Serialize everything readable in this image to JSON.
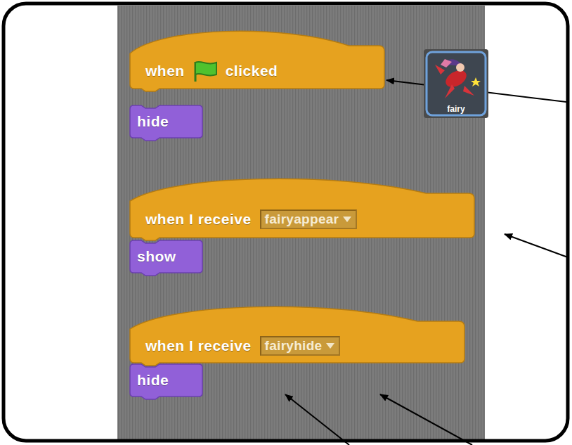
{
  "diagram": {
    "nodes": [
      {
        "text": [
          "when",
          "clicked"
        ]
      },
      {
        "text": [
          "hide"
        ]
      },
      {
        "text": [
          "when I receive"
        ]
      },
      {
        "text": [
          "fairyappear"
        ],
        "in": 2
      },
      {
        "text": [
          "show"
        ]
      },
      {
        "text": [
          "when I receive"
        ]
      },
      {
        "text": [
          "fairyhide"
        ],
        "in": 5
      },
      {
        "text": [
          "hide"
        ]
      },
      {
        "text": [
          "fairy"
        ]
      }
    ]
  }
}
